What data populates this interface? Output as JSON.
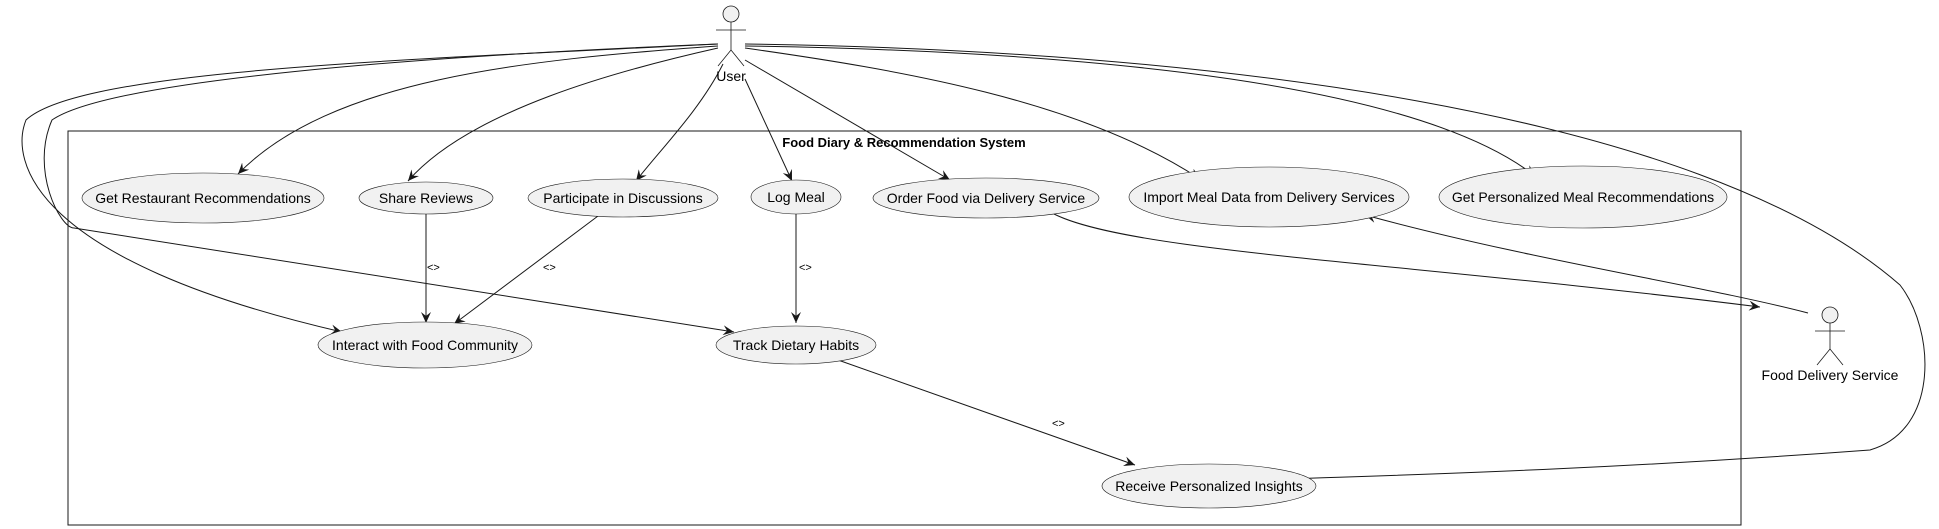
{
  "system": {
    "title": "Food Diary & Recommendation System"
  },
  "actors": {
    "user": "User",
    "delivery": "Food Delivery Service"
  },
  "use_cases": {
    "get_restaurant_recs": "Get Restaurant Recommendations",
    "share_reviews": "Share Reviews",
    "participate_discussions": "Participate in Discussions",
    "log_meal": "Log Meal",
    "order_food": "Order Food via Delivery Service",
    "import_meal_data": "Import Meal Data from Delivery Services",
    "get_personalized_meal_recs": "Get Personalized Meal Recommendations",
    "interact_community": "Interact with Food Community",
    "track_dietary": "Track Dietary Habits",
    "receive_insights": "Receive Personalized Insights"
  },
  "relations": {
    "reviews_include": "<>",
    "discussions_include": "<>",
    "logmeal_include": "<>",
    "track_include": "<>"
  }
}
